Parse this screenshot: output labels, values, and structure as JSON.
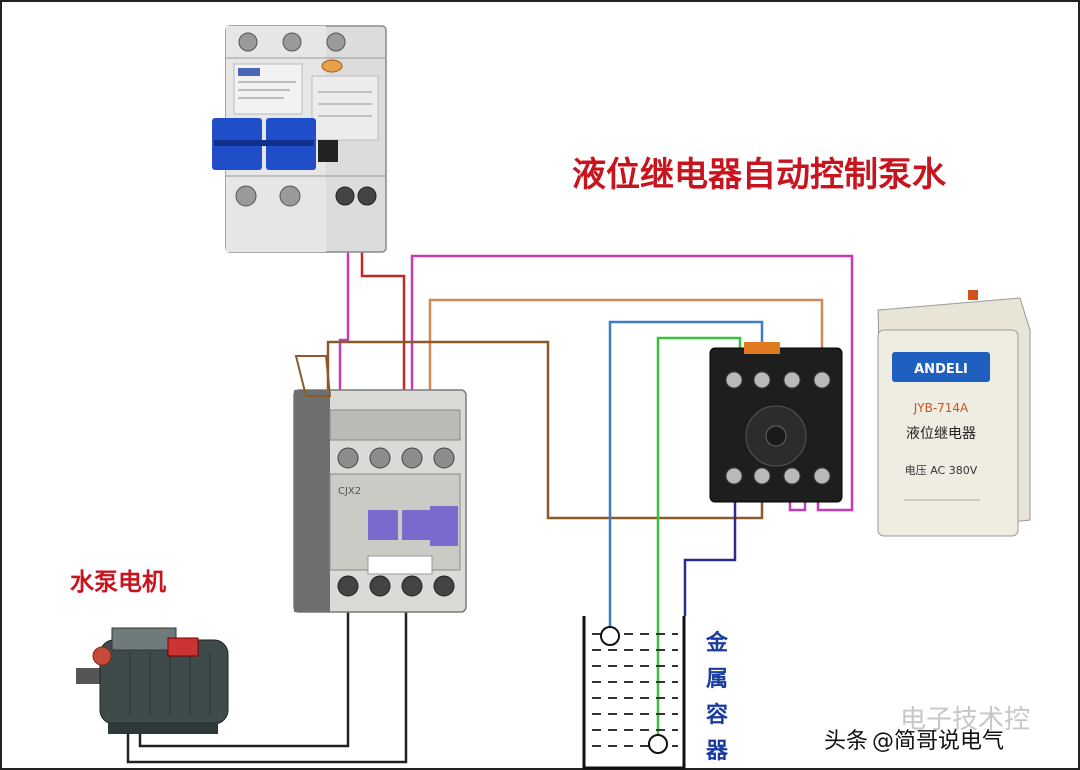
{
  "title": "液位继电器自动控制泵水",
  "motor_label": "水泵电机",
  "container_label": [
    "金",
    "属",
    "容",
    "器"
  ],
  "relay": {
    "brand": "ANDELI",
    "model": "JYB-714A",
    "name": "液位继电器",
    "voltage": "电压 AC 380V"
  },
  "contactor_model": "CJX2",
  "watermark": {
    "prefix": "头条",
    "handle": "@简哥说电气",
    "overlay": "电子技术控"
  },
  "colors": {
    "title_red": "#c8141e",
    "label_red": "#c8141e",
    "label_blue": "#1a3ca0",
    "wire_pink": "#c53ab9",
    "wire_brown": "#8a5a2b",
    "wire_orange": "#d08a55",
    "wire_blue": "#3a7fc1",
    "wire_green": "#3cbf3c",
    "wire_navy": "#2c2c8c",
    "wire_black": "#222222",
    "breaker_handle": "#1f4ec8",
    "contactor_button": "#7a6ccf",
    "relay_panel": "#1f5fc0"
  }
}
